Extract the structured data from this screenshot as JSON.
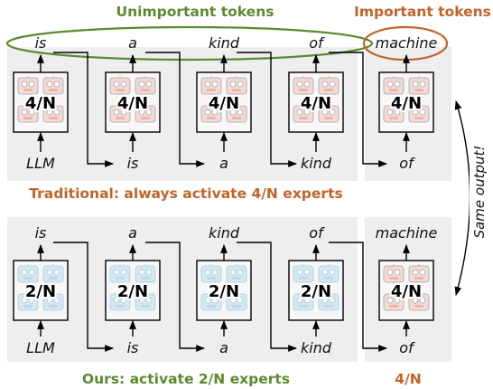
{
  "colors": {
    "green": "#5c8a30",
    "orange": "#c0642a",
    "panel_bg": "#eeeeee",
    "card_bg": "#f7f7f7",
    "robot_pink": "#f6d9d2",
    "robot_blue": "#cce6f2",
    "robot_line": "#9aa7b0"
  },
  "headers": {
    "unimportant": "Unimportant tokens",
    "important": "Important tokens"
  },
  "side_note": "Same output!",
  "top": {
    "caption": "Traditional: always activate 4/N experts",
    "outputs": [
      "is",
      "a",
      "kind",
      "of",
      "machine"
    ],
    "inputs": [
      "LLM",
      "is",
      "a",
      "kind",
      "of"
    ],
    "counts": [
      "4/N",
      "4/N",
      "4/N",
      "4/N",
      "4/N"
    ]
  },
  "bottom": {
    "caption": "Ours: activate 2/N experts",
    "caption_right": "4/N",
    "outputs": [
      "is",
      "a",
      "kind",
      "of",
      "machine"
    ],
    "inputs": [
      "LLM",
      "is",
      "a",
      "kind",
      "of"
    ],
    "counts": [
      "2/N",
      "2/N",
      "2/N",
      "2/N",
      "4/N"
    ]
  }
}
